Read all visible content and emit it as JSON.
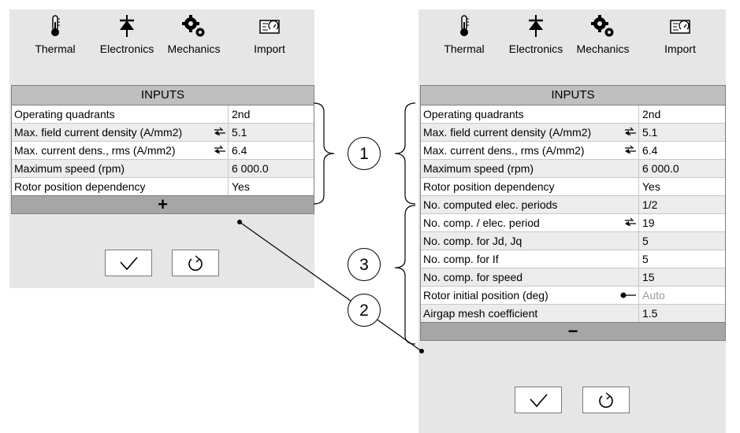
{
  "toolbar": {
    "thermal": "Thermal",
    "electronics": "Electronics",
    "mechanics": "Mechanics",
    "import": "Import"
  },
  "inputs_header": "INPUTS",
  "left": {
    "rows": [
      {
        "label": "Operating quadrants",
        "value": "2nd"
      },
      {
        "label": "Max. field current density (A/mm2)",
        "value": "5.1"
      },
      {
        "label": "Max. current dens., rms (A/mm2)",
        "value": "6.4"
      },
      {
        "label": "Maximum speed (rpm)",
        "value": "6 000.0"
      },
      {
        "label": "Rotor position dependency",
        "value": "Yes"
      }
    ],
    "expander": "+"
  },
  "right": {
    "rows": [
      {
        "label": "Operating quadrants",
        "value": "2nd"
      },
      {
        "label": "Max. field current density (A/mm2)",
        "value": "5.1"
      },
      {
        "label": "Max. current dens., rms (A/mm2)",
        "value": "6.4"
      },
      {
        "label": "Maximum speed (rpm)",
        "value": "6 000.0"
      },
      {
        "label": "Rotor position dependency",
        "value": "Yes"
      },
      {
        "label": "No. computed elec. periods",
        "value": "1/2"
      },
      {
        "label": "No. comp. / elec. period",
        "value": "19"
      },
      {
        "label": "No. comp. for Jd, Jq",
        "value": "5"
      },
      {
        "label": "No. comp. for If",
        "value": "5"
      },
      {
        "label": "No. comp. for speed",
        "value": "15"
      },
      {
        "label": "Rotor initial position (deg)",
        "value": "Auto"
      },
      {
        "label": "Airgap mesh coefficient",
        "value": "1.5"
      }
    ],
    "expander": "−"
  },
  "callouts": {
    "c1": "1",
    "c2": "2",
    "c3": "3"
  }
}
